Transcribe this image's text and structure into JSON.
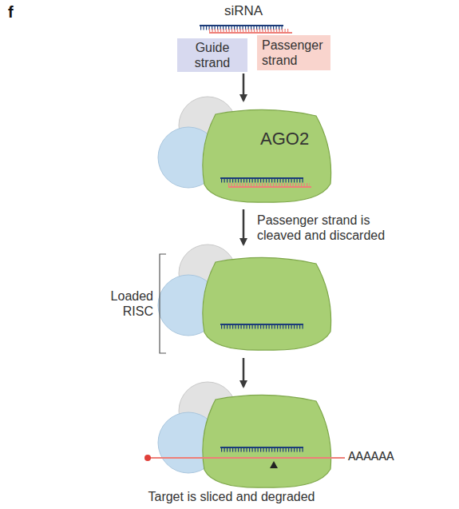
{
  "diagram": {
    "nodes": [
      {
        "text": [
          "Guide strand"
        ]
      },
      {
        "text": [
          "Passenger strand"
        ]
      },
      {
        "text": [
          "AGO2"
        ]
      }
    ],
    "labels": [
      "f",
      "siRNA",
      "Passenger strand is cleaved and discarded",
      "Loaded RISC",
      "Target is sliced and degraded",
      "AAAAAA"
    ]
  }
}
